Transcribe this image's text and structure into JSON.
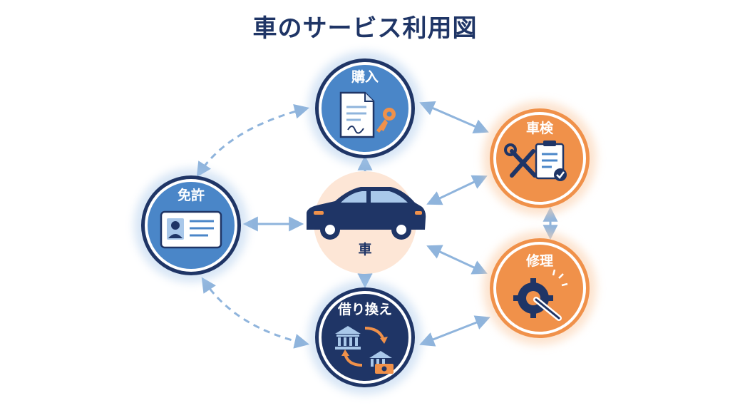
{
  "title": "車のサービス利用図",
  "nodes": {
    "center": {
      "label": "車"
    },
    "purchase": {
      "label": "購入"
    },
    "inspection": {
      "label": "車検"
    },
    "license": {
      "label": "免許"
    },
    "repair": {
      "label": "修理"
    },
    "refinance": {
      "label": "借り換え"
    }
  },
  "colors": {
    "navy": "#1f3566",
    "blue": "#4a86c8",
    "blue_light": "#a9c8ea",
    "orange": "#f0914a",
    "orange_light": "#fbd2b0",
    "peach": "#fde6d6",
    "connector": "#8fb4dc"
  }
}
